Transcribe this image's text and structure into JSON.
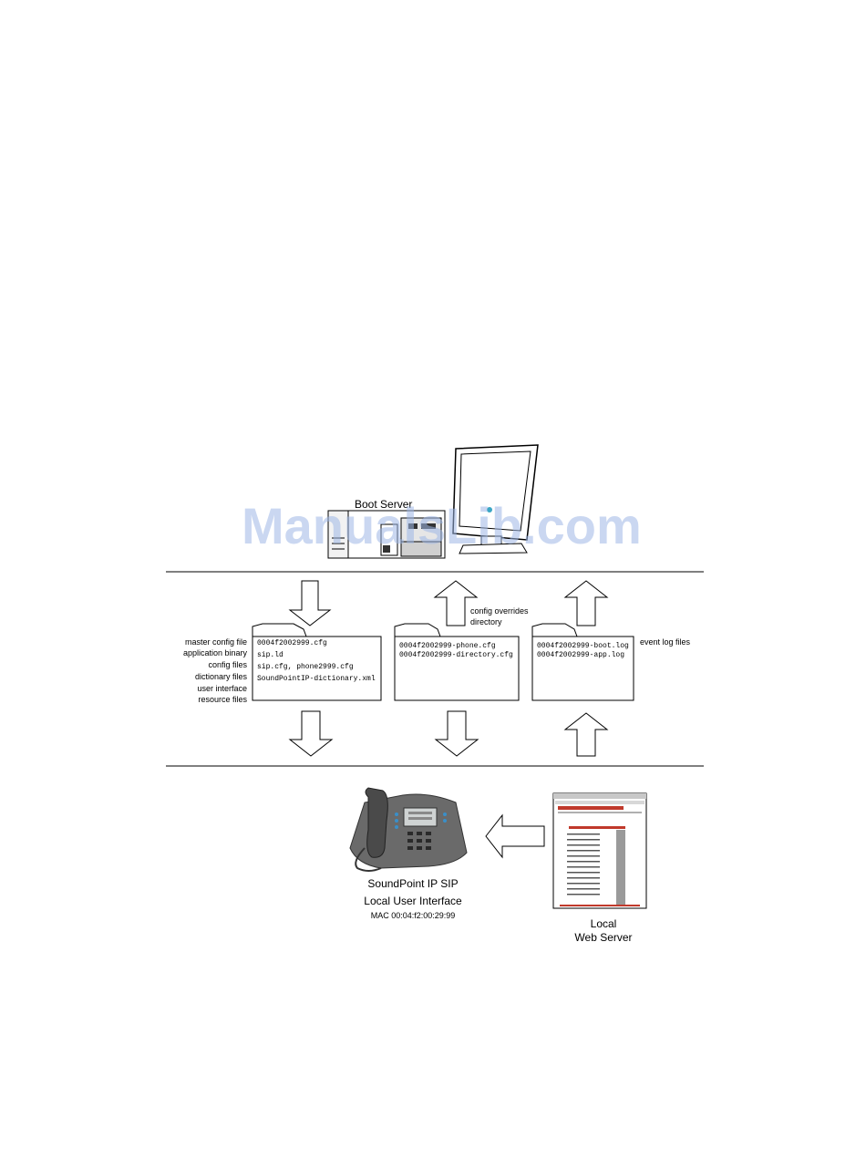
{
  "watermark": "ManualsLib.com",
  "boot_server": {
    "label": "Boot Server"
  },
  "arrow_labels": {
    "config_overrides": "config overrides",
    "directory": "directory",
    "event_log_files": "event log files"
  },
  "file_type_labels": [
    "master config file",
    "application binary",
    "config files",
    "dictionary files",
    "user interface",
    "resource files"
  ],
  "folders": {
    "boot": {
      "files": [
        "0004f2002999.cfg",
        "sip.ld",
        "sip.cfg, phone2999.cfg",
        "SoundPointIP-dictionary.xml"
      ]
    },
    "overrides": {
      "files": [
        "0004f2002999-phone.cfg",
        "0004f2002999-directory.cfg"
      ]
    },
    "logs": {
      "files": [
        "0004f2002999-boot.log",
        "0004f2002999-app.log"
      ]
    }
  },
  "phone": {
    "title": "SoundPoint IP SIP",
    "subtitle": "Local User Interface",
    "mac": "MAC 00:04:f2:00:29:99"
  },
  "web_server": {
    "line1": "Local",
    "line2": "Web Server"
  }
}
